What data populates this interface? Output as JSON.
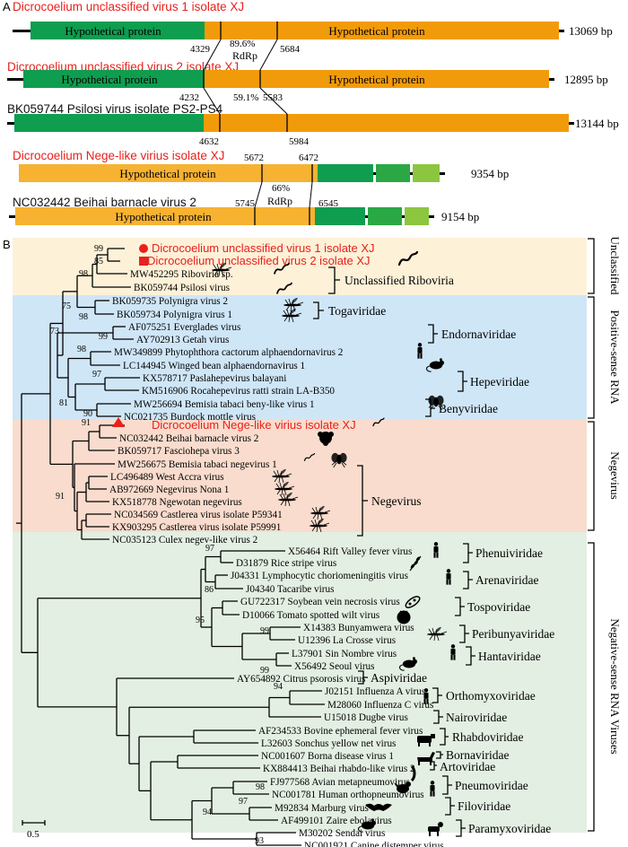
{
  "panel_a": {
    "label": "A",
    "genomes": [
      {
        "name": "Dicrocoelium unclassified virus 1 isolate XJ",
        "red": true,
        "length": "13069 bp",
        "seg_left": "Hypothetical protein",
        "seg_right": "Hypothetical protein",
        "pos_a": "4329",
        "pos_b": "5684"
      },
      {
        "name": "Dicrocoelium unclassified virus 2 isolate XJ",
        "red": true,
        "length": "12895 bp",
        "seg_left": "Hypothetical protein",
        "seg_right": "Hypothetical protein",
        "pos_a": "4232",
        "pos_b": "5583"
      },
      {
        "name": "BK059744 Psilosi virus isolate PS2-PS4",
        "red": false,
        "length": "13144 bp",
        "pos_a": "4632",
        "pos_b": "5984"
      },
      {
        "name": "Dicrocoelium Nege-like virius isolate XJ",
        "red": true,
        "length": "9354 bp",
        "seg_left": "Hypothetical protein",
        "pos_a": "5672",
        "pos_b": "6472"
      },
      {
        "name": "NC032442 Beihai barnacle virus 2",
        "red": false,
        "length": "9154 bp",
        "seg_left": "Hypothetical protein",
        "pos_a": "5745",
        "pos_b": "6545"
      }
    ],
    "identity_1": "89.6%",
    "rdrp_1": "RdRp",
    "identity_2": "59.1%",
    "identity_3": "66%",
    "rdrp_2": "RdRp",
    "colors": {
      "green": "#0f9d50",
      "orange": "#f29b0a",
      "light_orange": "#f7b232",
      "green2": "#2aa845",
      "light_green": "#8cc63f",
      "red": "#e8211c"
    }
  },
  "panel_b": {
    "label": "B",
    "scale_label": "0.5",
    "shading": {
      "unclassified": "#fdf1d8",
      "positive": "#cfe6f7",
      "negevirus": "#f9dccd",
      "negative": "#e3efe2"
    },
    "taxa": [
      {
        "text": "Dicrocoelium unclassified virus 1 isolate XJ",
        "red": true
      },
      {
        "text": "Dicrocoelium unclassified virus 2 isolate XJ",
        "red": true
      },
      {
        "text": "MW452295 Riboviria sp."
      },
      {
        "text": "BK059744 Psilosi virus"
      },
      {
        "text": "BK059735 Polynigra virus 2"
      },
      {
        "text": "BK059734 Polynigra virus 1"
      },
      {
        "text": "AF075251 Everglades virus"
      },
      {
        "text": "AY702913 Getah virus"
      },
      {
        "text": "MW349899 Phytophthora cactorum alphaendornavirus 2"
      },
      {
        "text": "LC144945 Winged bean alphaendornavirus 1"
      },
      {
        "text": "KX578717 Paslahepevirus balayani"
      },
      {
        "text": "KM516906 Rocahepevirus ratti strain LA-B350"
      },
      {
        "text": "MW256694 Bemisia tabaci beny-like virus 1"
      },
      {
        "text": "NC021735 Burdock mottle virus"
      },
      {
        "text": "Dicrocoelium Nege-like virius isolate XJ",
        "red": true
      },
      {
        "text": "NC032442 Beihai barnacle virus 2"
      },
      {
        "text": "BK059717 Fasciohepa virus 3"
      },
      {
        "text": "MW256675 Bemisia tabaci negevirus 1"
      },
      {
        "text": "LC496489 West Accra virus"
      },
      {
        "text": "AB972669 Negevirus Nona 1"
      },
      {
        "text": "KX518778 Ngewotan negevirus"
      },
      {
        "text": "NC034569 Castlerea virus isolate P59341"
      },
      {
        "text": "KX903295 Castlerea virus isolate P59991"
      },
      {
        "text": "NC035123 Culex negev-like virus 2"
      },
      {
        "text": "X56464 Rift Valley fever virus"
      },
      {
        "text": "D31879 Rice stripe virus"
      },
      {
        "text": "J04331 Lymphocytic choriomeningitis virus"
      },
      {
        "text": "J04340 Tacaribe virus"
      },
      {
        "text": "GU722317 Soybean vein necrosis virus"
      },
      {
        "text": "D10066 Tomato spotted wilt virus"
      },
      {
        "text": "X14383 Bunyamwera virus"
      },
      {
        "text": "U12396 La Crosse virus"
      },
      {
        "text": "L37901 Sin Nombre virus"
      },
      {
        "text": "X56492 Seoul virus"
      },
      {
        "text": "AY654892 Citrus psorosis virus"
      },
      {
        "text": "J02151 Influenza A virus"
      },
      {
        "text": "M28060 Influenza C virus"
      },
      {
        "text": "U15018 Dugbe virus"
      },
      {
        "text": "AF234533 Bovine ephemeral fever virus"
      },
      {
        "text": "L32603 Sonchus yellow net virus"
      },
      {
        "text": "NC001607 Borna disease virus 1"
      },
      {
        "text": "KX884413 Beihai rhabdo-like virus 2"
      },
      {
        "text": "FJ977568 Avian metapneumovirus"
      },
      {
        "text": "NC001781 Human orthopneumovirus"
      },
      {
        "text": "M92834 Marburg virus"
      },
      {
        "text": "AF499101 Zaire ebolavirus"
      },
      {
        "text": "M30202 Sendai virus"
      },
      {
        "text": "NC001921 Canine distemper virus"
      }
    ],
    "bootstraps": [
      "99",
      "85",
      "98",
      "75",
      "98",
      "73",
      "99",
      "98",
      "97",
      "81",
      "90",
      "91",
      "91",
      "97",
      "86",
      "95",
      "99",
      "99",
      "94",
      "98",
      "97",
      "94",
      "93"
    ],
    "families": {
      "unclassified_riboviria": "Unclassified Riboviria",
      "togaviridae": "Togaviridae",
      "endornaviridae": "Endornaviridae",
      "hepeviridae": "Hepeviridae",
      "benyviridae": "Benyviridae",
      "negevirus": "Negevirus",
      "phenuiviridae": "Phenuiviridae",
      "arenaviridae": "Arenaviridae",
      "tospoviridae": "Tospoviridae",
      "peribunyaviridae": "Peribunyaviridae",
      "hantaviridae": "Hantaviridae",
      "aspiviridae": "Aspiviridae",
      "orthomyxoviridae": "Orthomyxoviridae",
      "nairoviridae": "Nairoviridae",
      "rhabdoviridae": "Rhabdoviridae",
      "bornaviridae": "Bornaviridae",
      "artoviridae": "Artoviridae",
      "pneumoviridae": "Pneumoviridae",
      "filoviridae": "Filoviridae",
      "paramyxoviridae": "Paramyxoviridae"
    },
    "groups": {
      "unclassified": "Unclassified",
      "positive": "Positive-sense RNA",
      "negevirus": "Negevirus",
      "negative": "Negative-sense RNA Viruses"
    },
    "icons": [
      "worm-icon",
      "mosquito-icon",
      "human-icon",
      "rat-icon",
      "whitefly-icon",
      "barnacle-icon",
      "wheat-icon",
      "tomato-icon",
      "bean-icon",
      "cattle-icon",
      "horse-icon",
      "shrimp-icon",
      "chicken-icon",
      "bat-icon",
      "dog-icon"
    ]
  }
}
